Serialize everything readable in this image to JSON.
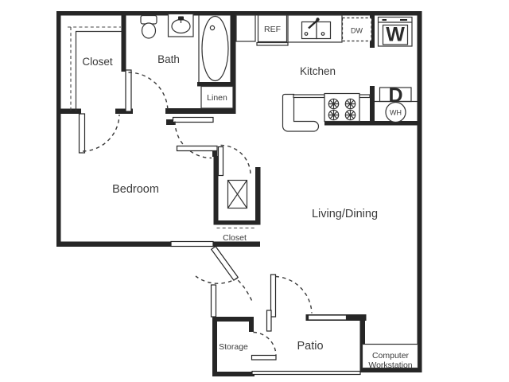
{
  "floor_plan": {
    "rooms": {
      "closet": "Closet",
      "bath": "Bath",
      "linen": "Linen",
      "kitchen": "Kitchen",
      "bedroom": "Bedroom",
      "living_dining": "Living/Dining",
      "hall_closet": "Closet",
      "storage": "Storage",
      "patio": "Patio",
      "computer_workstation_line1": "Computer",
      "computer_workstation_line2": "Workstation"
    },
    "appliances": {
      "refrigerator": "REF",
      "dishwasher": "DW",
      "washer": "W",
      "dryer": "D",
      "water_heater": "WH"
    },
    "colors": {
      "wall": "#262626",
      "text": "#3a3a3a",
      "background": "#ffffff"
    }
  }
}
